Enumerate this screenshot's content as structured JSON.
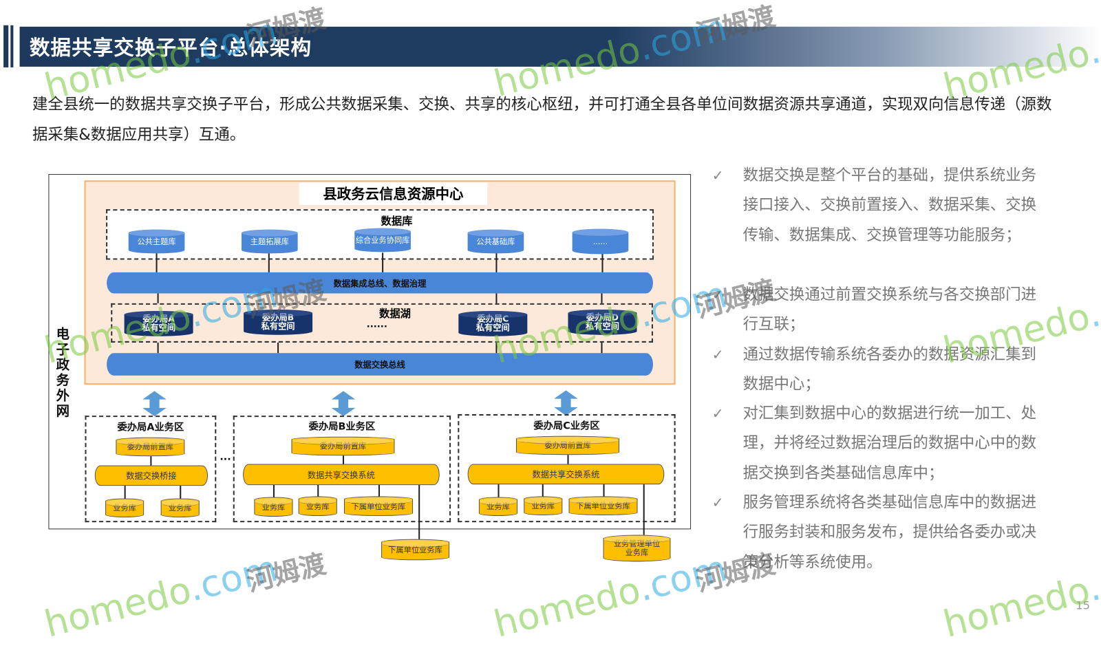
{
  "title": "数据共享交换子平台·总体架构",
  "intro": "建全县统一的数据共享交换子平台，形成公共数据采集、交换、共享的核心枢纽，并可打通全县各单位间数据资源共享通道，实现双向信息传递（源数据采集&数据应用共享）互通。",
  "diagram": {
    "center_title": "县政务云信息资源中心",
    "outer_label": "电子政务外网",
    "db_group_label": "数据库",
    "databases": [
      "公共主题库",
      "主题拓展库",
      "综合业务协同库",
      "公共基础库",
      "......"
    ],
    "bus1": "数据集成总线、数据治理",
    "lake_label": "数据湖",
    "lake_ellipsis": "......",
    "lake_spaces": [
      {
        "line1": "委办局A",
        "line2": "私有空间"
      },
      {
        "line1": "委办局B",
        "line2": "私有空间"
      },
      {
        "line1": "委办局C",
        "line2": "私有空间"
      },
      {
        "line1": "委办局D",
        "line2": "私有空间"
      }
    ],
    "bus2": "数据交换总线",
    "zone_ellipsis": "...",
    "zones": [
      {
        "title": "委办局A业务区",
        "front": "委办局前置库",
        "bus": "数据交换桥接",
        "dbs": [
          "业务库",
          "业务库"
        ]
      },
      {
        "title": "委办局B业务区",
        "front": "委办局前置库",
        "bus": "数据共享交换系统",
        "dbs": [
          "业务库",
          "业务库",
          "下属单位业务库"
        ]
      },
      {
        "title": "委办局C业务区",
        "front": "委办局前置库",
        "bus": "数据共享交换系统",
        "dbs": [
          "业务库",
          "业务库",
          "下属单位业务库"
        ]
      }
    ],
    "external": [
      "下属单位业务库",
      "业务管理单位业务库"
    ]
  },
  "bullets": [
    "数据交换是整个平台的基础，提供系统业务接口接入、交换前置接入、数据采集、交换传输、数据集成、交换管理等功能服务；",
    "数据交换通过前置交换系统与各交换部门进行互联；",
    "通过数据传输系统各委办的数据资源汇集到数据中心；",
    "对汇集到数据中心的数据进行统一加工、处理，并将经过数据治理后的数据中心中的数据交换到各类基础信息库中；",
    "服务管理系统将各类基础信息库中的数据进行服务封装和服务发布，提供给各委办或决策分析等系统使用。"
  ],
  "check_mark": "✓",
  "page_number": "15",
  "watermark": {
    "en": "homedo",
    "dot": ".com",
    "cn": "河姆渡"
  },
  "colors": {
    "title_bar": "#1d3a5e",
    "db_blue": "#4a86d8",
    "lake_navy": "#17336b",
    "zone_yellow": "#fdbf00",
    "panel": "#fde9d9"
  }
}
